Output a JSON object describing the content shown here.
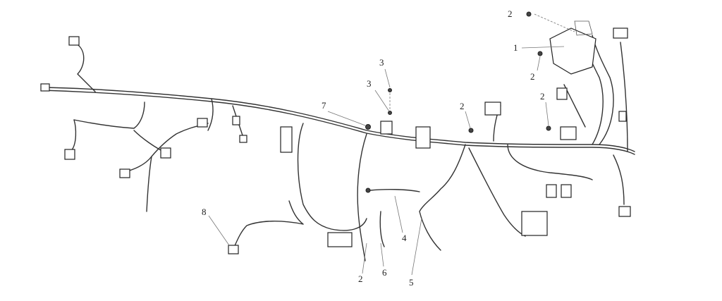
{
  "callouts": {
    "c1": "1",
    "c2a": "2",
    "c2b": "2",
    "c2c": "2",
    "c2d": "2",
    "c2e": "2",
    "c3a": "3",
    "c3b": "3",
    "c4": "4",
    "c5": "5",
    "c6": "6",
    "c7": "7",
    "c8": "8"
  }
}
